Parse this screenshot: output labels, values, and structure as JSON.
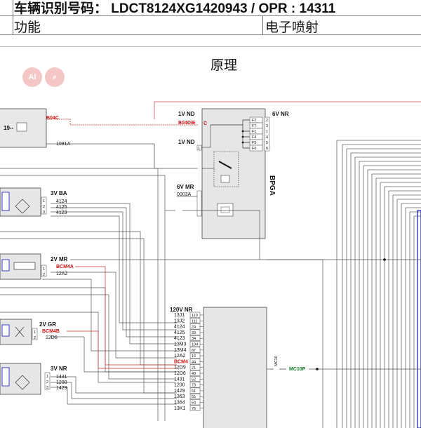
{
  "header": {
    "vin_line": "车辆识别号码： LDCT8124XG1420943 / OPR : 14311",
    "function_label": "功能",
    "function_value": "电子喷射"
  },
  "section_title": "原理",
  "toolbar": {
    "ai_label": "AI",
    "search_label": "⌕"
  },
  "components": {
    "bpga": {
      "name": "BPGA",
      "left_top_label": "1V ND",
      "left_connector": "B04D/E",
      "left_connector_pin": "C",
      "left_mid_label": "1V ND",
      "left_mid_pin": "1",
      "left_bottom_label": "6V MR",
      "left_bottom_wire": "0003A",
      "right_label": "6V NR",
      "fuses": [
        "F2",
        "F7",
        "F1",
        "F4",
        "F5",
        "F6"
      ],
      "fuse_pins": [
        "2",
        "3",
        "1",
        "4",
        "5",
        "6"
      ]
    },
    "top_left": {
      "connector": "B04C",
      "wire": "1081A",
      "ref": "19--"
    },
    "sensor1": {
      "connector": "3V BA",
      "wires": [
        "4124",
        "4125",
        "4123"
      ],
      "pins": [
        "1",
        "2",
        "3"
      ]
    },
    "sensor2": {
      "connector": "2V MR",
      "bcm": "BCM4A",
      "wire": "12A2",
      "pins": [
        "1",
        "2"
      ]
    },
    "sensor3": {
      "connector": "2V GR",
      "bcm": "BCM4B",
      "wire": "12D6",
      "pins": [
        "1",
        "2"
      ]
    },
    "sensor4": {
      "connector": "3V NR",
      "wires": [
        "1431",
        "1200",
        "1429"
      ],
      "pins": [
        "1",
        "2",
        "3"
      ]
    },
    "ecu": {
      "connector": "120V NR",
      "rows": [
        {
          "wire": "13J1",
          "pin": "110"
        },
        {
          "wire": "13J2",
          "pin": "111"
        },
        {
          "wire": "4124",
          "pin": "24"
        },
        {
          "wire": "4125",
          "pin": "33"
        },
        {
          "wire": "4123",
          "pin": "34"
        },
        {
          "wire": "13M3",
          "pin": "104"
        },
        {
          "wire": "13M4",
          "pin": "87"
        },
        {
          "wire": "12A2",
          "pin": "16"
        },
        {
          "wire": "BCM4",
          "pin": "44"
        },
        {
          "wire": "12D9",
          "pin": "21"
        },
        {
          "wire": "12D6",
          "pin": "40"
        },
        {
          "wire": "1431",
          "pin": "52"
        },
        {
          "wire": "1200",
          "pin": "73"
        },
        {
          "wire": "1429",
          "pin": "51"
        },
        {
          "wire": "1363",
          "pin": "55"
        },
        {
          "wire": "1364",
          "pin": "54"
        },
        {
          "wire": "13K1",
          "pin": "76"
        }
      ]
    },
    "mc10p": {
      "label": "MC10P",
      "side_label": "MC10"
    }
  },
  "colors": {
    "red": "#d01010",
    "green": "#0a7a20",
    "blue": "#1010c0",
    "wire": "#555555"
  }
}
